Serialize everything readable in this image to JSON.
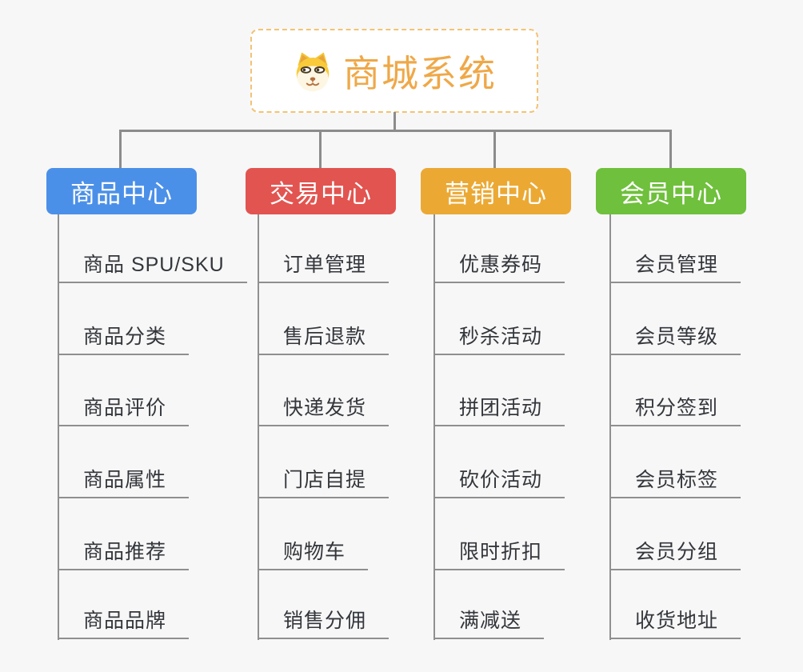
{
  "root": {
    "title": "商城系统",
    "icon": "doge-icon"
  },
  "branches": [
    {
      "label": "商品中心",
      "color": "#4b90e8",
      "items": [
        "商品 SPU/SKU",
        "商品分类",
        "商品评价",
        "商品属性",
        "商品推荐",
        "商品品牌"
      ]
    },
    {
      "label": "交易中心",
      "color": "#e25450",
      "items": [
        "订单管理",
        "售后退款",
        "快递发货",
        "门店自提",
        "购物车",
        "销售分佣"
      ]
    },
    {
      "label": "营销中心",
      "color": "#eba934",
      "items": [
        "优惠券码",
        "秒杀活动",
        "拼团活动",
        "砍价活动",
        "限时折扣",
        "满减送"
      ]
    },
    {
      "label": "会员中心",
      "color": "#6fc03c",
      "items": [
        "会员管理",
        "会员等级",
        "积分签到",
        "会员标签",
        "会员分组",
        "收货地址"
      ]
    }
  ],
  "colors": {
    "background": "#f7f7f7",
    "connector": "#8c8c8c",
    "underline": "#8f8f8f",
    "root_text": "#efa848",
    "root_border": "#f2c374",
    "node_text": "#ffffff"
  }
}
